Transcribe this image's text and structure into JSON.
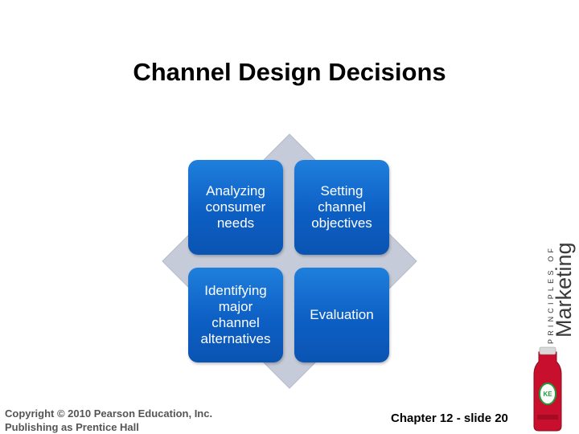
{
  "slide": {
    "title": "Channel Design Decisions",
    "boxes": [
      {
        "label": "Analyzing\nconsumer\nneeds"
      },
      {
        "label": "Setting\nchannel\nobjectives"
      },
      {
        "label": "Identifying\nmajor\nchannel\nalternatives"
      },
      {
        "label": "Evaluation"
      }
    ],
    "footer": {
      "copyright": "Copyright © 2010 Pearson Education, Inc.\nPublishing as Prentice Hall",
      "slide_ref": "Chapter 12 - slide 20"
    },
    "brand": {
      "principles_text": "PRINCIPLES OF",
      "marketing_text": "Marketing",
      "bottle_label": "KE"
    },
    "colors": {
      "box_blue": "#0d5fc4",
      "diamond_gray": "#c5cbd8",
      "bottle_red": "#c8102e"
    }
  }
}
